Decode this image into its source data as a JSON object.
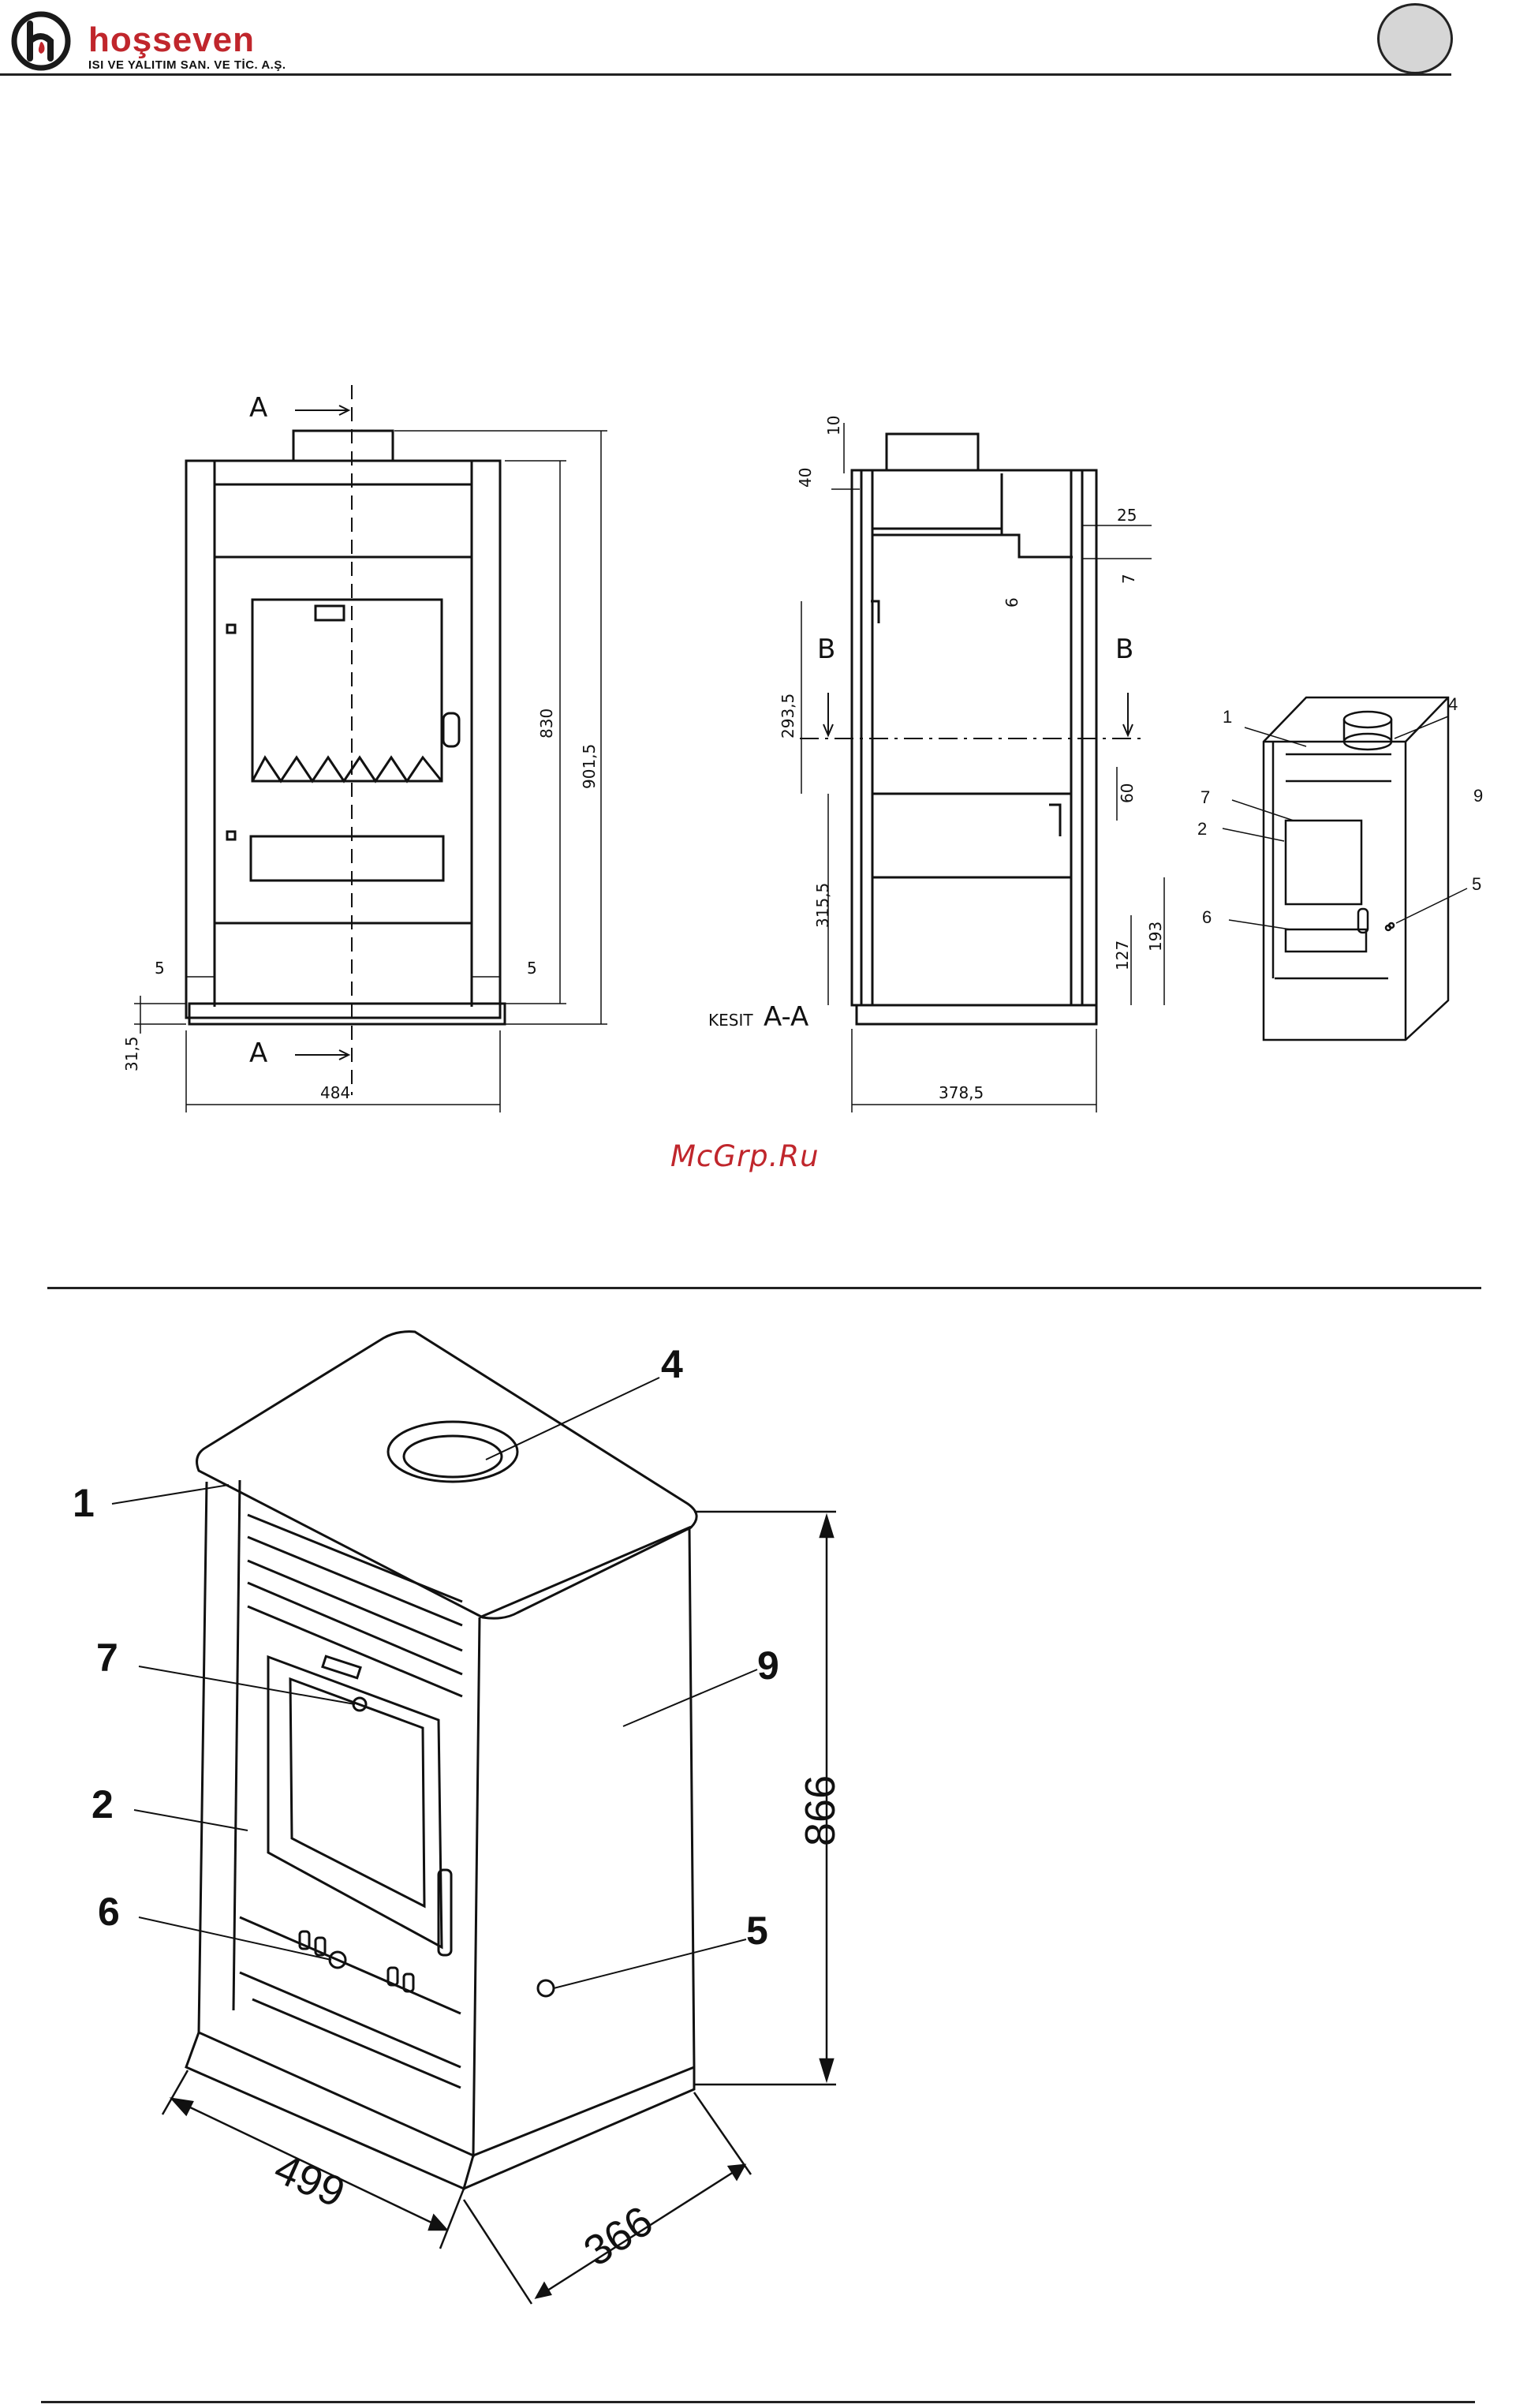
{
  "header": {
    "brand_name": "hoşseven",
    "brand_subtitle": "ISI VE YALITIM SAN. VE TİC. A.Ş."
  },
  "watermark": "McGrp.Ru",
  "front_view": {
    "section_marker": "A",
    "section_marker_bottom": "A",
    "dim_side_left": "5",
    "dim_side_right": "5",
    "dim_height_inner": "830",
    "dim_height_total": "901,5",
    "dim_base": "31,5",
    "dim_width": "484"
  },
  "section_view": {
    "label_kesit": "KESIT",
    "label_section": "A-A",
    "marker_left": "B",
    "marker_right": "B",
    "dim_top_10": "10",
    "dim_top_40": "40",
    "dim_25": "25",
    "dim_7": "7",
    "dim_6": "6",
    "dim_293": "293,5",
    "dim_60": "60",
    "dim_315": "315,5",
    "dim_127": "127",
    "dim_193": "193",
    "dim_depth": "378,5"
  },
  "small_iso": {
    "callouts": [
      "1",
      "4",
      "7",
      "9",
      "2",
      "5",
      "6"
    ]
  },
  "large_iso": {
    "callout_1": "1",
    "callout_4": "4",
    "callout_7": "7",
    "callout_9": "9",
    "callout_2": "2",
    "callout_6": "6",
    "callout_5": "5",
    "dim_height": "866",
    "dim_width": "499",
    "dim_depth": "366"
  }
}
